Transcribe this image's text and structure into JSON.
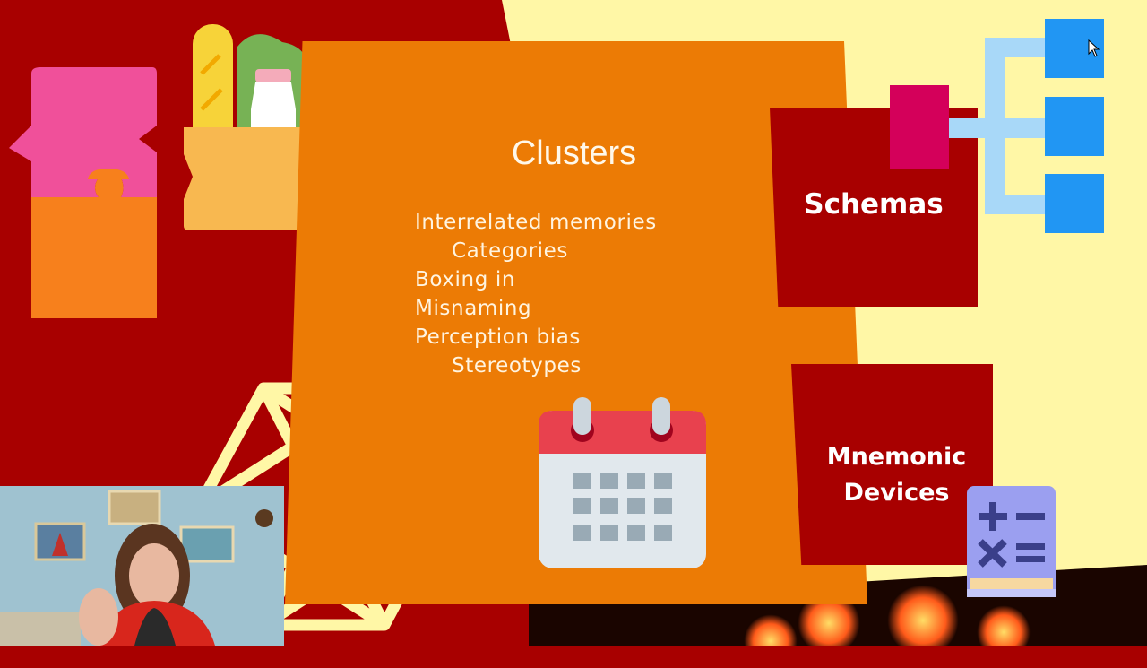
{
  "slide": {
    "title": "Clusters",
    "bullets": [
      {
        "text": "Interrelated memories",
        "level": 0
      },
      {
        "text": "Categories",
        "level": 1
      },
      {
        "text": "Boxing in",
        "level": 0
      },
      {
        "text": "Misnaming",
        "level": 0
      },
      {
        "text": "Perception bias",
        "level": 0
      },
      {
        "text": "Stereotypes",
        "level": 1
      }
    ],
    "cards": {
      "schemas": "Schemas",
      "mnemonic_line1": "Mnemonic",
      "mnemonic_line2": "Devices"
    }
  },
  "icons": [
    "puzzle-icon",
    "grocery-bag-icon",
    "hexagon-network-icon",
    "calendar-icon",
    "org-chart-icon",
    "math-book-icon",
    "mouse-cursor-icon"
  ],
  "colors": {
    "background_red": "#a80000",
    "background_yellow": "#fff7a6",
    "card_orange": "#ec7b05",
    "puzzle_pink": "#f0509a",
    "calendar_red": "#e8414e",
    "chart_blue": "#2196f3"
  }
}
